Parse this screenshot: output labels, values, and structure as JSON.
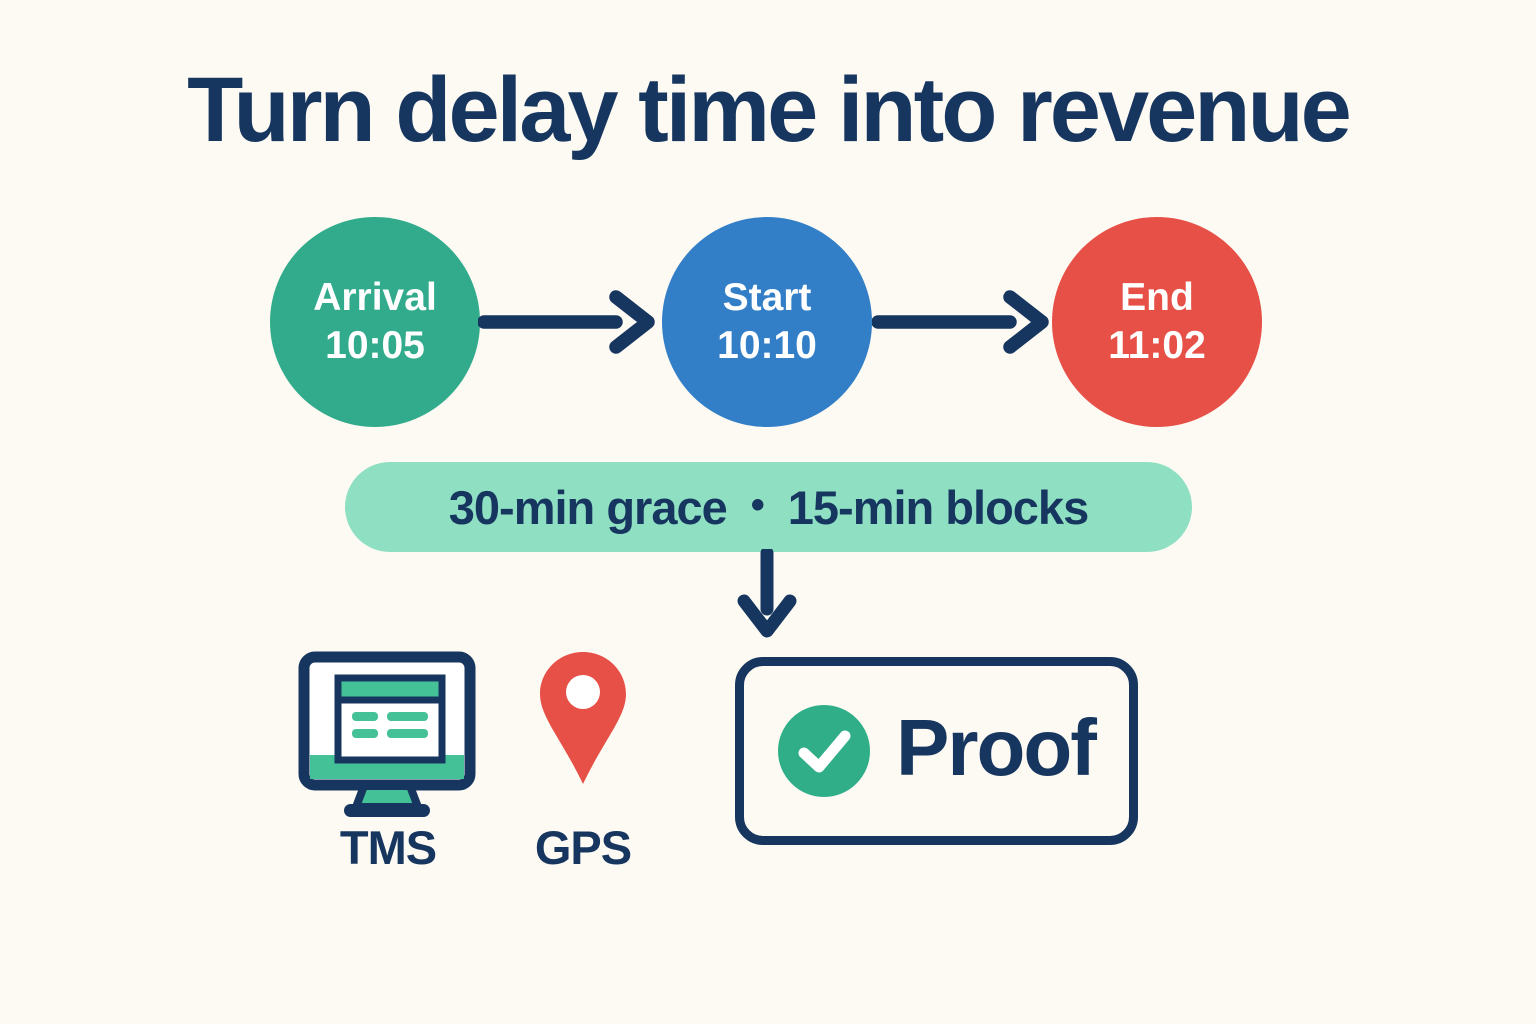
{
  "title": "Turn delay time into revenue",
  "palette": {
    "background": "#FCFAF3",
    "navy": "#17365F",
    "mint_pill": "#8FE0C3",
    "icon_green": "#45C198",
    "gps_red": "#E65047",
    "white": "#FFFFFF"
  },
  "timeline": {
    "nodes": [
      {
        "label": "Arrival",
        "time": "10:05",
        "color": "#31AB8B"
      },
      {
        "label": "Start",
        "time": "10:10",
        "color": "#337FC7"
      },
      {
        "label": "End",
        "time": "11:02",
        "color": "#E65047"
      }
    ]
  },
  "rules": {
    "left": "30-min grace",
    "separator": "•",
    "right": "15-min blocks"
  },
  "sources": {
    "tms": {
      "label": "TMS",
      "icon": "tms-monitor-icon"
    },
    "gps": {
      "label": "GPS",
      "icon": "gps-pin-icon"
    }
  },
  "proof": {
    "label": "Proof",
    "icon": "check-icon",
    "check_color": "#2FAE88"
  }
}
